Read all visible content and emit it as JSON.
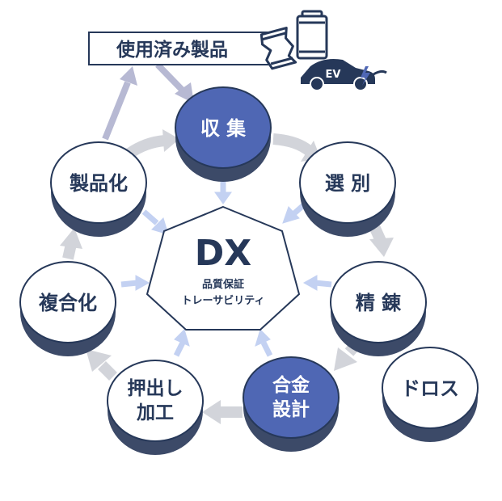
{
  "source": {
    "label": "使用済み製品"
  },
  "ev_badge": "EV",
  "center": {
    "title": "DX",
    "line1": "品質保証",
    "line2": "トレーサビリティ"
  },
  "nodes": {
    "collection": "収 集",
    "sorting": "選 別",
    "refining": "精 錬",
    "alloy_design": {
      "line1": "合金",
      "line2": "設計"
    },
    "extrusion": {
      "line1": "押出し",
      "line2": "加工"
    },
    "composite": "複合化",
    "productization": "製品化",
    "dross": "ドロス"
  },
  "colors": {
    "dark_navy": "#263859",
    "accent_blue": "#4f67b4",
    "arrow_gray": "#d2d4da",
    "arrow_blue": "#c3d1f2",
    "arrow_lavender": "#b7b9d3",
    "circle_shadow": "#3c4a68"
  }
}
